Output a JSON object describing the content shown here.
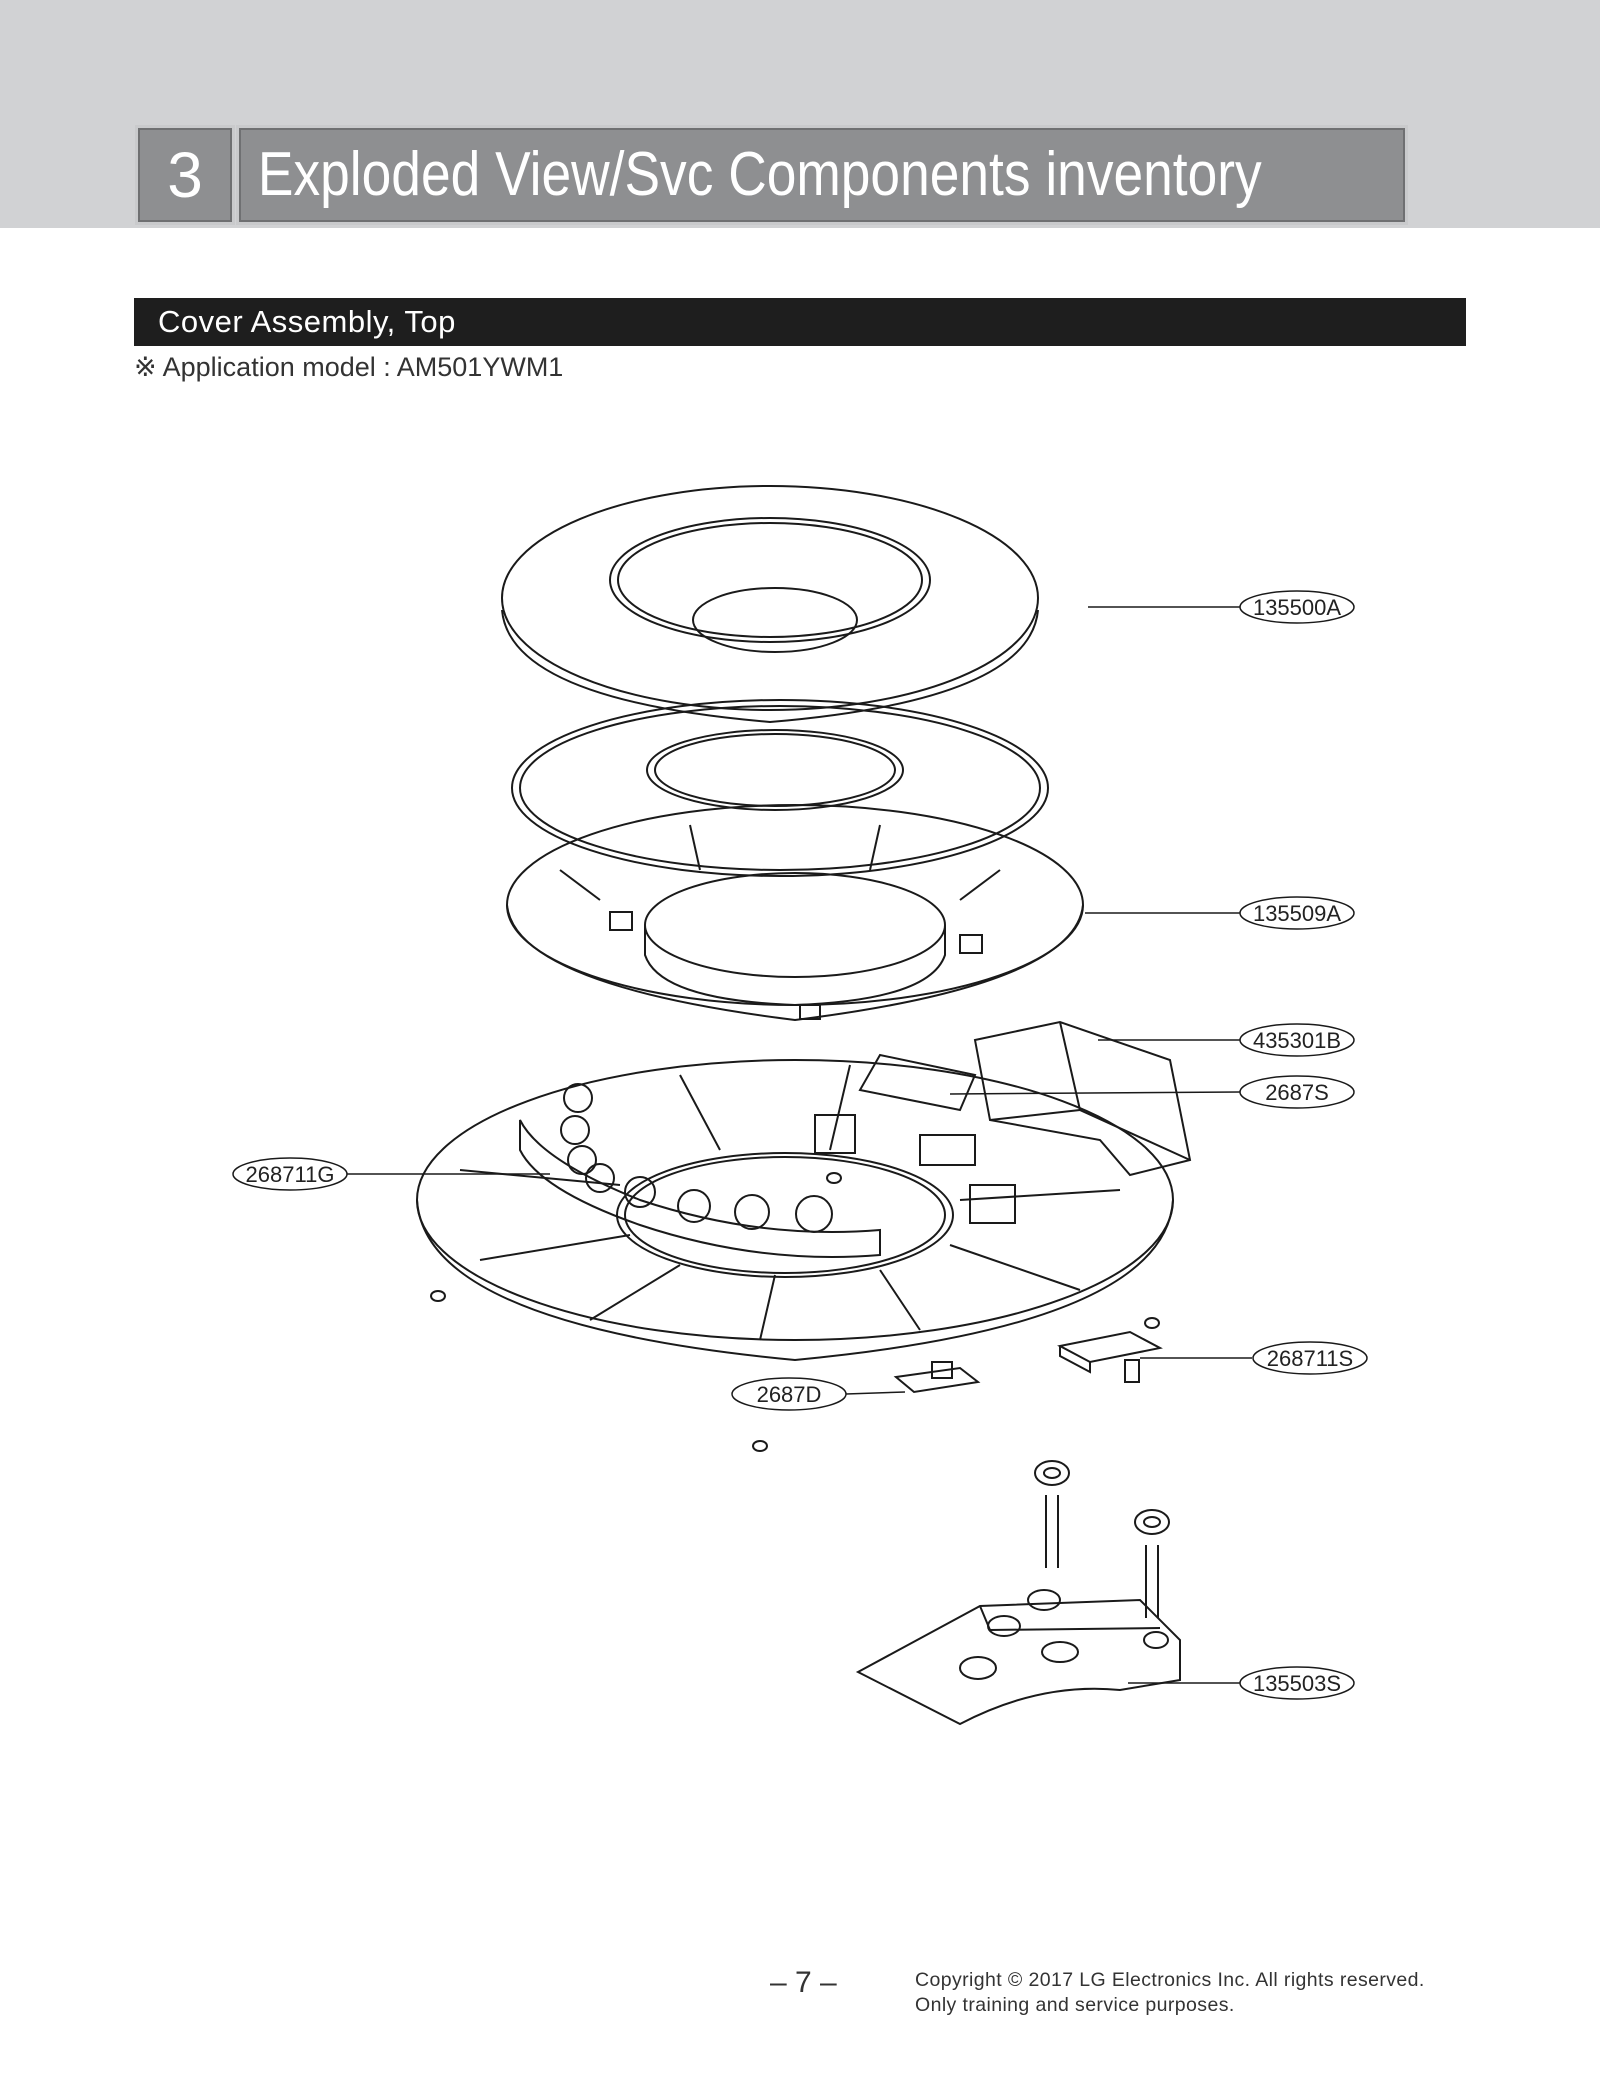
{
  "header": {
    "section_number": "3",
    "title": "Exploded View/Svc Components inventory"
  },
  "section": {
    "title": "Cover Assembly, Top",
    "application_model": "※ Application model : AM501YWM1"
  },
  "callouts": [
    {
      "id": "135500A",
      "label": "135500A"
    },
    {
      "id": "135509A",
      "label": "135509A"
    },
    {
      "id": "435301B",
      "label": "435301B"
    },
    {
      "id": "2687S",
      "label": "2687S"
    },
    {
      "id": "268711G",
      "label": "268711G"
    },
    {
      "id": "268711S",
      "label": "268711S"
    },
    {
      "id": "2687D",
      "label": "2687D"
    },
    {
      "id": "135503S",
      "label": "135503S"
    }
  ],
  "footer": {
    "page_number": "– 7 –",
    "copyright_line1": "Copyright © 2017 LG Electronics Inc. All rights reserved.",
    "copyright_line2": "Only training and service purposes."
  }
}
